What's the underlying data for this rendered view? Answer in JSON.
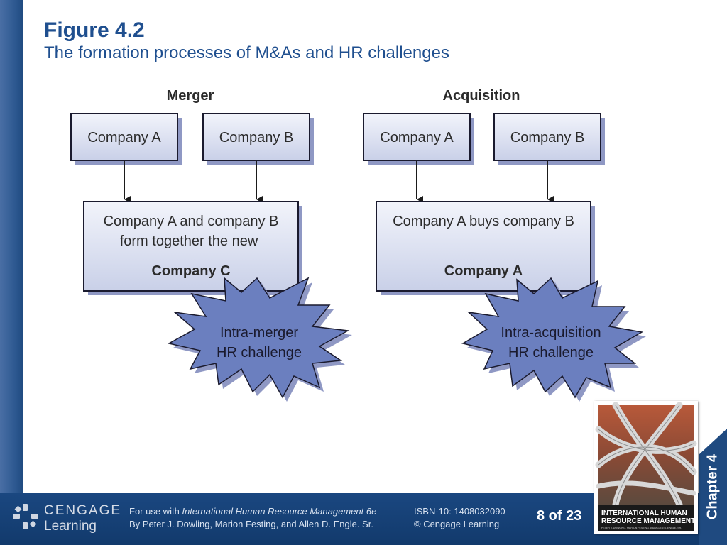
{
  "slide": {
    "figure_label": "Figure 4.2",
    "subtitle": "The formation processes of M&As and HR challenges"
  },
  "diagram": {
    "merger": {
      "heading": "Merger",
      "company_a": "Company A",
      "company_b": "Company B",
      "result_line1": "Company A and company B",
      "result_line2": "form together the new",
      "result_company": "Company C",
      "challenge_line1": "Intra-merger",
      "challenge_line2": "HR challenge"
    },
    "acquisition": {
      "heading": "Acquisition",
      "company_a": "Company A",
      "company_b": "Company B",
      "result_line1": "Company A buys company B",
      "result_company": "Company A",
      "challenge_line1": "Intra-acquisition",
      "challenge_line2": "HR challenge"
    },
    "colors": {
      "box_fill_top": "#f2f4fb",
      "box_fill_bottom": "#c9d0e8",
      "box_border": "#1a1a2e",
      "shadow": "#8f98c4",
      "starburst_fill": "#6b7fbf",
      "text": "#2b2b2b"
    }
  },
  "footer": {
    "logo_brand": "CENGAGE",
    "logo_sub": "Learning",
    "for_use_prefix": "For use with ",
    "book_title": "International Human Resource Management 6e",
    "authors": "By Peter J. Dowling, Marion Festing, and Allen D. Engle. Sr.",
    "isbn": "ISBN-10: 1408032090",
    "copyright": "© Cengage Learning",
    "page": "8 of 23",
    "chapter": "Chapter 4",
    "cover_title_line1": "INTERNATIONAL HUMAN",
    "cover_title_line2": "RESOURCE MANAGEMENT",
    "cover_authors": "PETER J. DOWLING, MARION FESTING AND ALLEN D. ENGLE, SR."
  }
}
